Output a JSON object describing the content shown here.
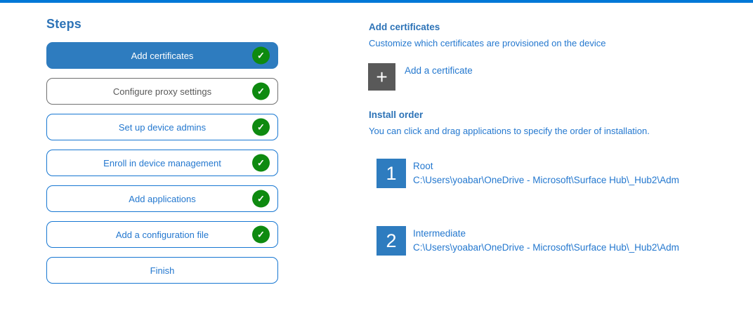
{
  "icons": {
    "check": "✓",
    "plus": "+"
  },
  "colors": {
    "topbar": "#0078d7",
    "accent": "#2e7cbf",
    "border_blue": "#1777d2",
    "link_blue": "#2478cf",
    "heading_blue": "#2d73b7",
    "green": "#0e8a10",
    "gray_text": "#595959",
    "gray_border": "#707070",
    "plus_bg": "#595959"
  },
  "steps_panel": {
    "title": "Steps",
    "items": [
      {
        "label": "Add certificates",
        "state": "active",
        "checked": true
      },
      {
        "label": "Configure proxy settings",
        "state": "gray",
        "checked": true
      },
      {
        "label": "Set up device admins",
        "state": "blue",
        "checked": true
      },
      {
        "label": "Enroll in device management",
        "state": "blue",
        "checked": true
      },
      {
        "label": "Add applications",
        "state": "blue",
        "checked": true
      },
      {
        "label": "Add a configuration file",
        "state": "blue",
        "checked": true
      },
      {
        "label": "Finish",
        "state": "blue",
        "checked": false
      }
    ]
  },
  "content": {
    "section_title": "Add certificates",
    "section_subtitle": "Customize which certificates are provisioned on the device",
    "add_button": {
      "label": "Add a certificate"
    },
    "install_order": {
      "title": "Install order",
      "subtitle": "You can click and drag applications to specify the order of installation.",
      "items": [
        {
          "order": "1",
          "name": "Root",
          "path": "C:\\Users\\yoabar\\OneDrive - Microsoft\\Surface Hub\\_Hub2\\Adm"
        },
        {
          "order": "2",
          "name": "Intermediate",
          "path": "C:\\Users\\yoabar\\OneDrive - Microsoft\\Surface Hub\\_Hub2\\Adm"
        }
      ]
    }
  }
}
